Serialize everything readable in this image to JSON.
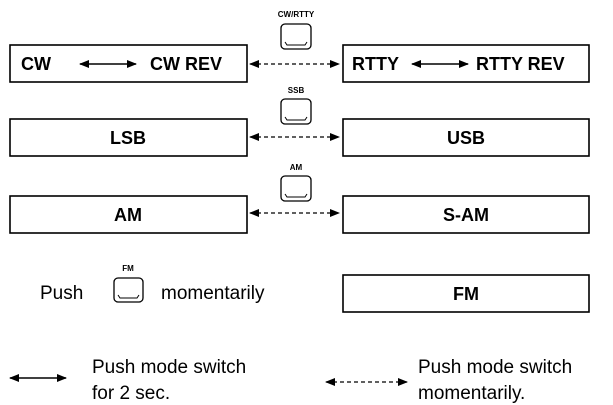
{
  "rows": [
    {
      "left_box": {
        "a": "CW",
        "b": "CW REV"
      },
      "key": "CW/RTTY",
      "right_box": {
        "a": "RTTY",
        "b": "RTTY REV"
      }
    },
    {
      "left_box": {
        "label": "LSB"
      },
      "key": "SSB",
      "right_box": {
        "label": "USB"
      }
    },
    {
      "left_box": {
        "label": "AM"
      },
      "key": "AM",
      "right_box": {
        "label": "S-AM"
      }
    }
  ],
  "fm_row": {
    "push": "Push",
    "key": "FM",
    "momentarily": "momentarily",
    "box": "FM"
  },
  "legend": {
    "solid_line1": "Push mode switch",
    "solid_line2": "for 2 sec.",
    "dashed_line1": "Push mode switch",
    "dashed_line2": "momentarily."
  }
}
